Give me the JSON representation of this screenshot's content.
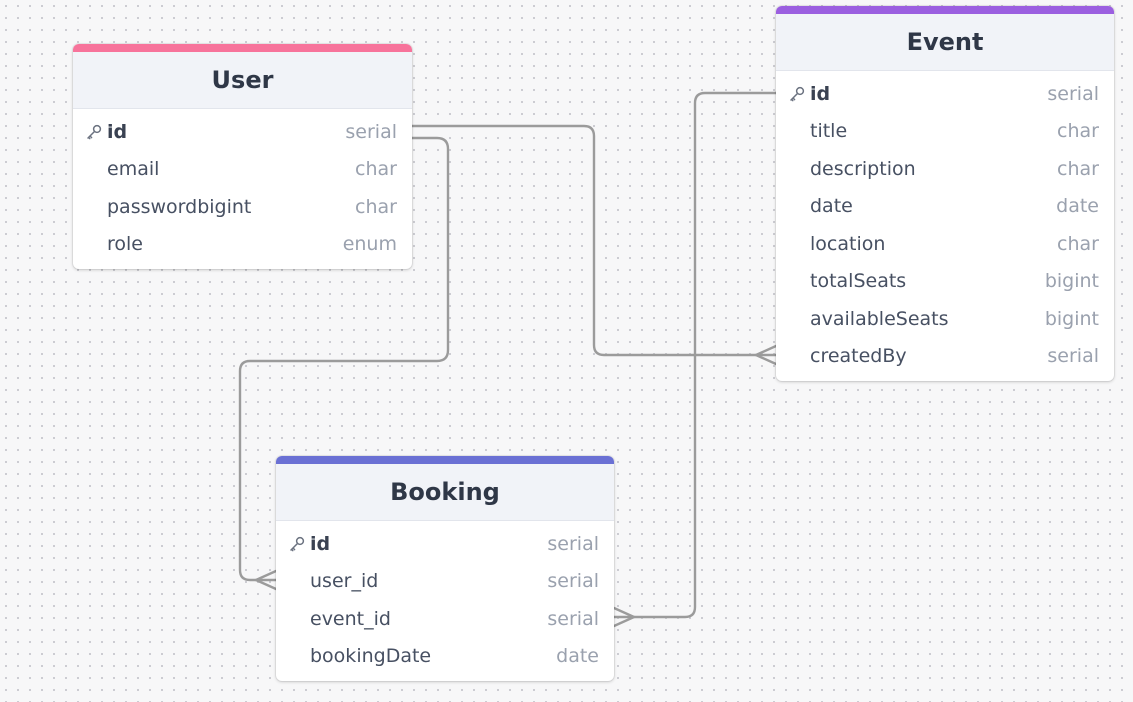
{
  "colors": {
    "user_accent": "#f7739b",
    "event_accent": "#9b5fe0",
    "booking_accent": "#6a70d4",
    "connector": "#9b9b9b"
  },
  "icons": {
    "primary_key": "key-icon"
  },
  "tables": {
    "user": {
      "name": "User",
      "rows": [
        {
          "name": "id",
          "type": "serial",
          "pk": true
        },
        {
          "name": "email",
          "type": "char"
        },
        {
          "name": "passwordbigint",
          "type": "char"
        },
        {
          "name": "role",
          "type": "enum"
        }
      ]
    },
    "event": {
      "name": "Event",
      "rows": [
        {
          "name": "id",
          "type": "serial",
          "pk": true
        },
        {
          "name": "title",
          "type": "char"
        },
        {
          "name": "description",
          "type": "char"
        },
        {
          "name": "date",
          "type": "date"
        },
        {
          "name": "location",
          "type": "char"
        },
        {
          "name": "totalSeats",
          "type": "bigint"
        },
        {
          "name": "availableSeats",
          "type": "bigint"
        },
        {
          "name": "createdBy",
          "type": "serial"
        }
      ]
    },
    "booking": {
      "name": "Booking",
      "rows": [
        {
          "name": "id",
          "type": "serial",
          "pk": true
        },
        {
          "name": "user_id",
          "type": "serial"
        },
        {
          "name": "event_id",
          "type": "serial"
        },
        {
          "name": "bookingDate",
          "type": "date"
        }
      ]
    }
  },
  "relationships": [
    {
      "from": "User.id",
      "to": "Event.createdBy",
      "cardinality": "one-to-many"
    },
    {
      "from": "User.id",
      "to": "Booking.user_id",
      "cardinality": "one-to-many"
    },
    {
      "from": "Event.id",
      "to": "Booking.event_id",
      "cardinality": "one-to-many"
    }
  ]
}
